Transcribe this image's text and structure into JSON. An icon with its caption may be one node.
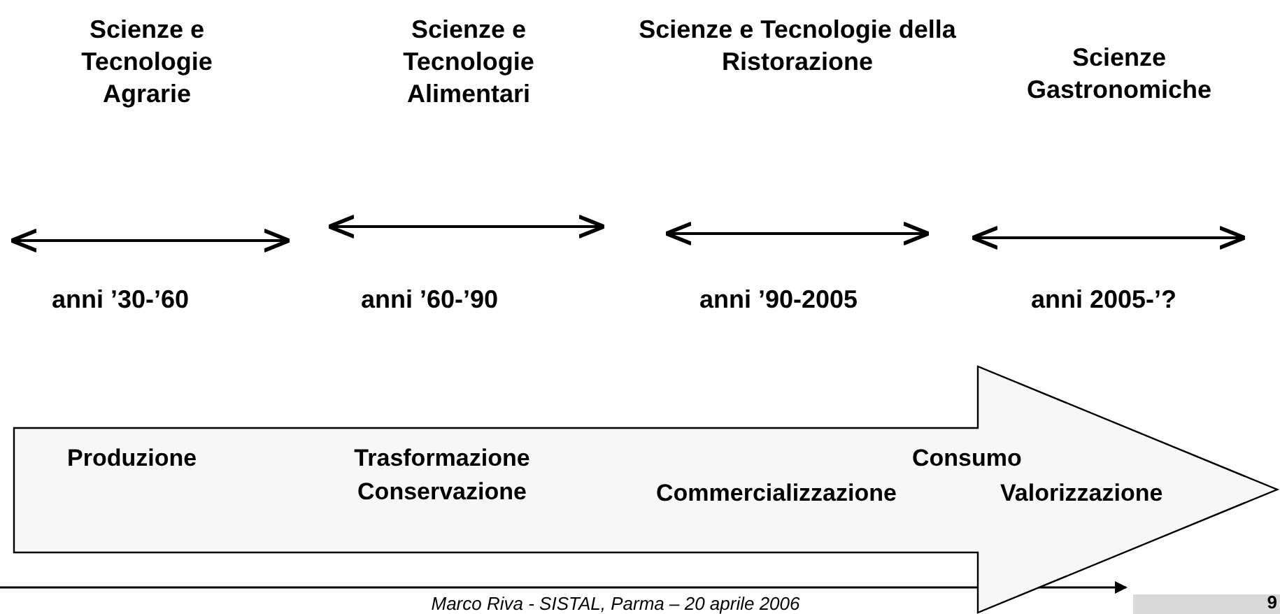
{
  "diagram": {
    "nodes": [
      {
        "text": [
          "Produzione",
          "Trasformazione Conservazione",
          "Consumo",
          "Commercializzazione",
          "Valorizzazione"
        ]
      }
    ],
    "edges": [],
    "labels": [
      "Scienze e Tecnologie Agrarie",
      "Scienze e Tecnologie Alimentari",
      "Scienze e Tecnologie della Ristorazione",
      "Scienze Gastronomiche",
      "anni ’30-’60",
      "anni ’60-’90",
      "anni ’90-2005",
      "anni 2005-’?",
      "Marco Riva - SISTAL, Parma – 20 aprile 2006",
      "9"
    ]
  }
}
